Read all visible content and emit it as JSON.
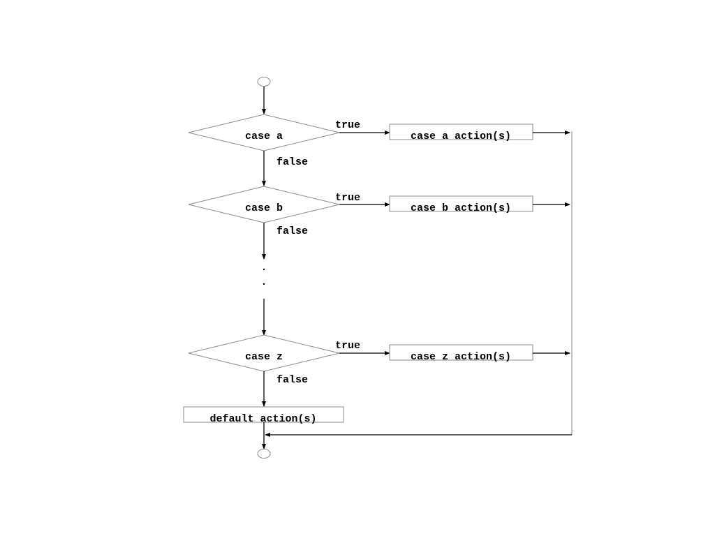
{
  "flowchart": {
    "cases": [
      {
        "condition": "case a",
        "action": "case a action(s)",
        "true_label": "true",
        "false_label": "false"
      },
      {
        "condition": "case b",
        "action": "case b action(s)",
        "true_label": "true",
        "false_label": "false"
      },
      {
        "condition": "case z",
        "action": "case z action(s)",
        "true_label": "true",
        "false_label": "false"
      }
    ],
    "ellipsis": [
      "·",
      "·"
    ],
    "default_action": "default action(s)"
  }
}
